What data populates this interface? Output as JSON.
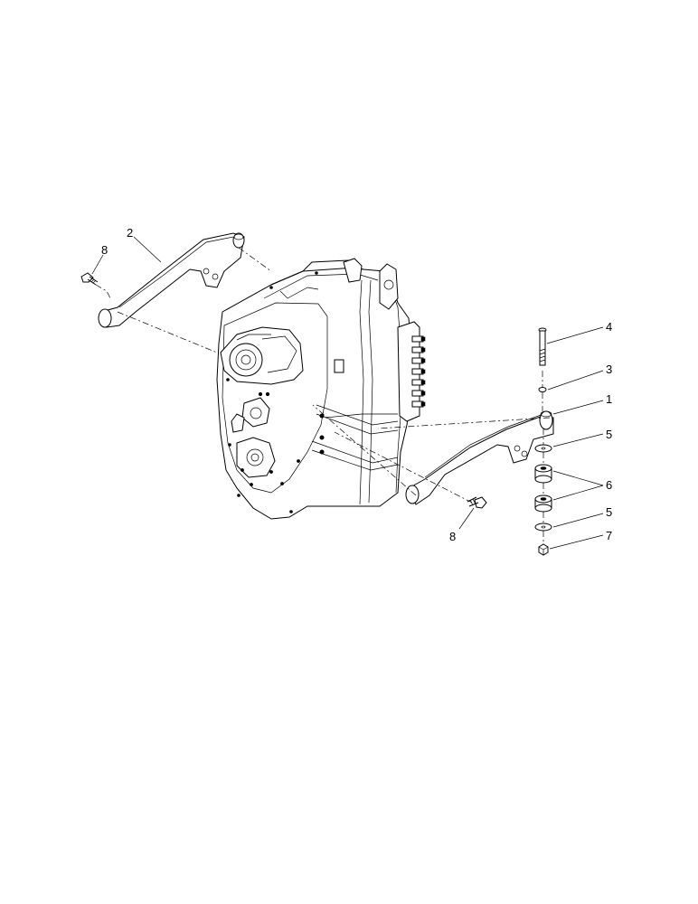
{
  "callouts": {
    "c1": "1",
    "c2": "2",
    "c3": "3",
    "c4": "4",
    "c5a": "5",
    "c5b": "5",
    "c6": "6",
    "c7": "7",
    "c8a": "8",
    "c8b": "8"
  },
  "colors": {
    "line": "#000000",
    "background": "#ffffff"
  }
}
